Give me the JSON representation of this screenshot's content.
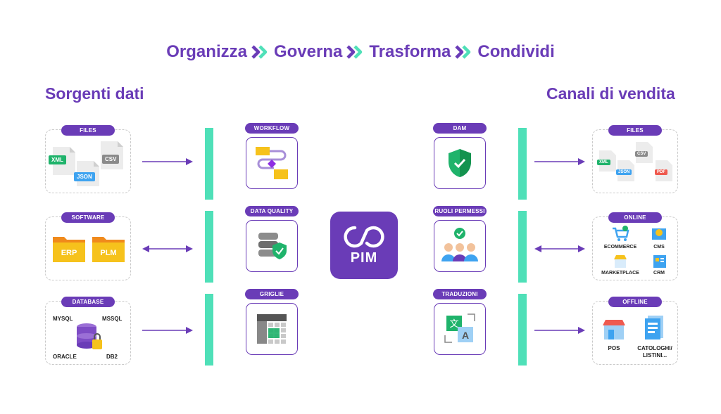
{
  "header": {
    "steps": [
      "Organizza",
      "Governa",
      "Trasforma",
      "Condividi"
    ]
  },
  "left_title": "Sorgenti dati",
  "right_title": "Canali di vendita",
  "sources": {
    "files": {
      "tag": "FILES",
      "items": [
        "XML",
        "JSON",
        "CSV"
      ]
    },
    "software": {
      "tag": "SOFTWARE",
      "items": [
        "ERP",
        "PLM"
      ]
    },
    "database": {
      "tag": "DATABASE",
      "items": [
        "MYSQL",
        "MSSQL",
        "ORACLE",
        "DB2"
      ]
    }
  },
  "modules_left": [
    "WORKFLOW",
    "DATA QUALITY",
    "GRIGLIE"
  ],
  "center": {
    "brand": "PIM"
  },
  "modules_right": [
    "DAM",
    "RUOLI PERMESSI",
    "TRADUZIONI"
  ],
  "channels": {
    "files": {
      "tag": "FILES",
      "items": [
        "XML",
        "JSON",
        "CSV",
        "PDF"
      ]
    },
    "online": {
      "tag": "ONLINE",
      "items": [
        "ECOMMERCE",
        "CMS",
        "MARKETPLACE",
        "CRM"
      ]
    },
    "offline": {
      "tag": "OFFLINE",
      "items": [
        "POS",
        "CATOLOGHI/",
        "LISTINI..."
      ]
    }
  },
  "colors": {
    "purple": "#6a3cb7",
    "teal": "#4fe0b8",
    "green": "#1fb36b",
    "yellow": "#f6c21c",
    "csv_gray": "#8a8a8a",
    "json_blue": "#3ea3f0",
    "pdf_red": "#ef5a4f"
  }
}
